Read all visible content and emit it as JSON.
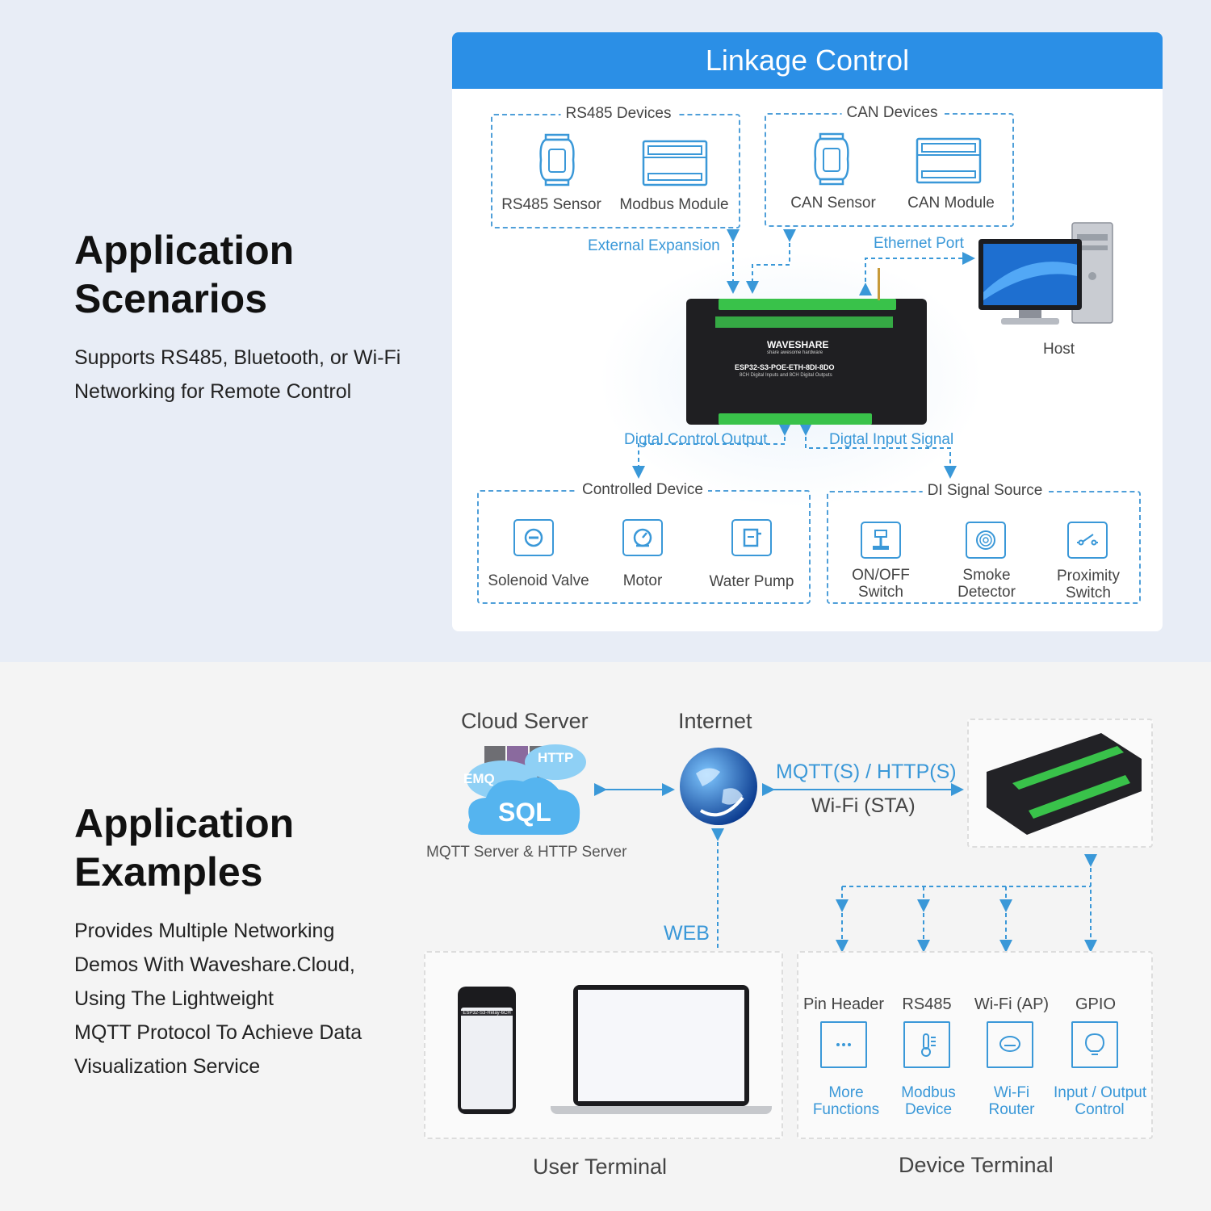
{
  "scenarios": {
    "title_line1": "Application",
    "title_line2": "Scenarios",
    "desc_line1": "Supports RS485, Bluetooth, or Wi-Fi",
    "desc_line2": "Networking for Remote Control"
  },
  "linkage": {
    "header": "Linkage Control",
    "rs485_box": {
      "title": "RS485 Devices",
      "items": [
        "RS485 Sensor",
        "Modbus Module"
      ]
    },
    "can_box": {
      "title": "CAN Devices",
      "items": [
        "CAN Sensor",
        "CAN  Module"
      ]
    },
    "external_expansion": "External Expansion",
    "ethernet_port": "Ethernet Port",
    "host": "Host",
    "device": {
      "brand": "WAVESHARE",
      "tagline": "share awesome hardware",
      "model": "ESP32-S3-POE-ETH-8DI-8DO",
      "subtitle": "8CH Digital Inputs and 8CH Digital Outputs"
    },
    "digital_control_output": "Digtal Control Output",
    "digital_input_signal": "Digtal Input Signal",
    "controlled_box": {
      "title": "Controlled Device",
      "items": [
        "Solenoid Valve",
        "Motor",
        "Water Pump"
      ]
    },
    "di_box": {
      "title": "DI Signal Source",
      "items": [
        {
          "l1": "ON/OFF",
          "l2": "Switch"
        },
        {
          "l1": "Smoke",
          "l2": "Detector"
        },
        {
          "l1": "Proximity",
          "l2": "Switch"
        }
      ]
    }
  },
  "examples": {
    "title_line1": "Application",
    "title_line2": "Examples",
    "desc_lines": [
      "Provides Multiple Networking",
      "Demos With Waveshare.Cloud,",
      "Using The Lightweight",
      "MQTT Protocol To Achieve Data",
      "Visualization Service"
    ]
  },
  "network": {
    "cloud_server": "Cloud Server",
    "cloud_tags": [
      "HTTP",
      "EMQ",
      "SQL"
    ],
    "cloud_caption": "MQTT Server & HTTP Server",
    "internet": "Internet",
    "protocol": "MQTT(S) / HTTP(S)",
    "wifi_sta": "Wi-Fi (STA)",
    "web": "WEB",
    "phone_title": "ESP32-S3-Relay-6CH",
    "user_terminal": "User Terminal",
    "device_terminal": "Device Terminal",
    "device_interfaces": [
      {
        "name": "Pin Header",
        "l1": "More",
        "l2": "Functions",
        "icon": "dots-icon"
      },
      {
        "name": "RS485",
        "l1": "Modbus",
        "l2": "Device",
        "icon": "thermometer-icon"
      },
      {
        "name": "Wi-Fi (AP)",
        "l1": "Wi-Fi",
        "l2": "Router",
        "icon": "router-icon"
      },
      {
        "name": "GPIO",
        "l1": "Input / Output",
        "l2": "Control",
        "icon": "bulb-icon"
      }
    ]
  },
  "colors": {
    "accent": "#2b8fe6",
    "link_blue": "#3a98d8",
    "device_green": "#3fcf4f"
  }
}
